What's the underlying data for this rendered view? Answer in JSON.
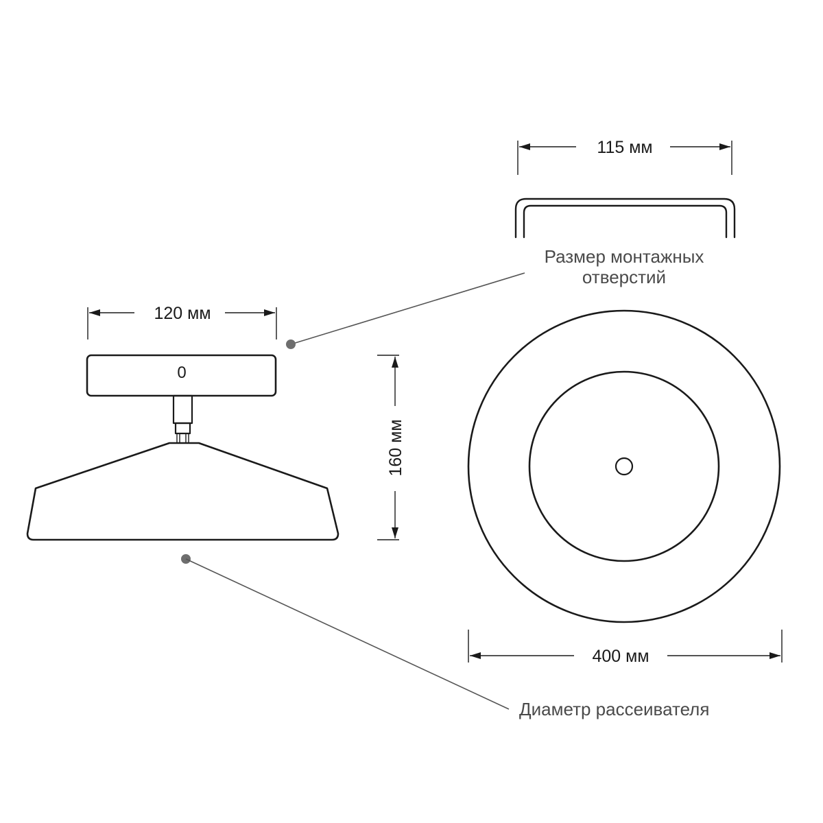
{
  "dimensions": {
    "mount_holes_width": "115 мм",
    "canopy_width": "120 мм",
    "height": "160 мм",
    "diffuser_diameter": "400 мм"
  },
  "labels": {
    "mount_holes_note_line1": "Размер монтажных",
    "mount_holes_note_line2": "отверстий",
    "diffuser_note": "Диаметр рассеивателя",
    "canopy_mark": "0"
  }
}
